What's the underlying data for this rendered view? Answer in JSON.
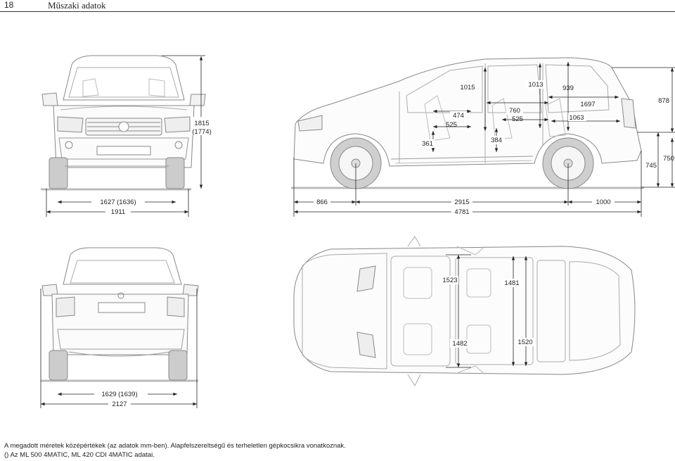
{
  "header": {
    "page_number": "18",
    "title": "Műszaki adatok"
  },
  "front_view": {
    "height": "1815",
    "height_alt": "(1774)",
    "track": "1627 (1636)",
    "width": "1911"
  },
  "side_view": {
    "headroom_front": "1015",
    "headroom_rear": "1013",
    "rear_headroom_3rd": "939",
    "cargo_height": "878",
    "shoulder_474": "474",
    "shoulder_760": "760",
    "length_1697": "1697",
    "seat_525_front": "525",
    "seat_525_rear": "525",
    "cargo_1063": "1063",
    "seat_361": "361",
    "seat_384": "384",
    "rear_750": "750",
    "rear_745": "745",
    "front_overhang": "866",
    "wheelbase": "2915",
    "rear_overhang": "1000",
    "overall_length": "4781"
  },
  "top_view": {
    "width_1523": "1523",
    "width_1481": "1481",
    "width_1482": "1482",
    "width_1520": "1520"
  },
  "rear_view": {
    "track": "1629 (1639)",
    "width_mirrors": "2127"
  },
  "footnotes": {
    "line1": "A megadott méretek középértékek (az adatok mm-ben). Alapfelszereltségű és terheletlen gépkocsikra vonatkoznak.",
    "line2": "() Az ML 500 4MATIC, ML 420 CDI 4MATIC adatai."
  }
}
